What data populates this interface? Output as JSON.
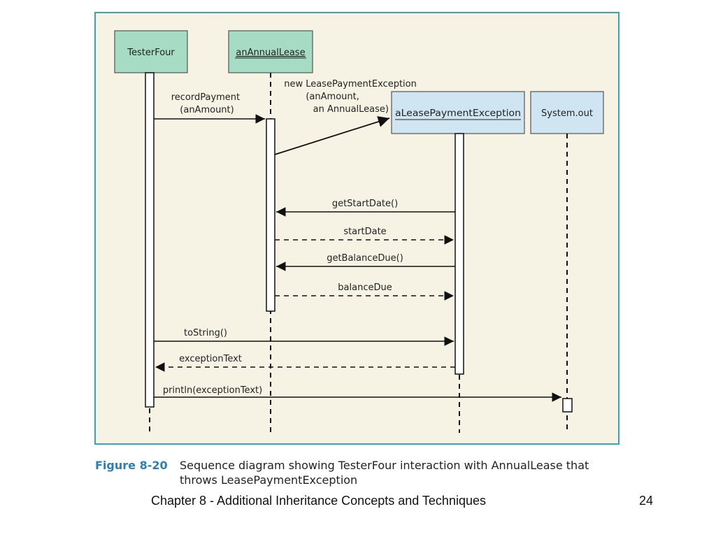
{
  "figure": {
    "objects": [
      {
        "id": "testerfour",
        "label": "TesterFour",
        "underlined": false
      },
      {
        "id": "anannuallease",
        "label": "anAnnualLease",
        "underlined": true
      },
      {
        "id": "aleasepaymentexception",
        "label": "aLeasePaymentException",
        "underlined": true
      },
      {
        "id": "systemout",
        "label": "System.out",
        "underlined": false
      }
    ],
    "messages": [
      {
        "from": "testerfour",
        "to": "anannuallease",
        "kind": "call",
        "label_lines": [
          "recordPayment",
          "(anAmount)"
        ]
      },
      {
        "from": "anannuallease",
        "to": "aleasepaymentexception",
        "kind": "create",
        "label_lines": [
          "new LeasePaymentException",
          "(anAmount,",
          "an AnnualLease)"
        ]
      },
      {
        "from": "aleasepaymentexception",
        "to": "anannuallease",
        "kind": "call",
        "label_lines": [
          "getStartDate()"
        ]
      },
      {
        "from": "anannuallease",
        "to": "aleasepaymentexception",
        "kind": "return",
        "label_lines": [
          "startDate"
        ]
      },
      {
        "from": "aleasepaymentexception",
        "to": "anannuallease",
        "kind": "call",
        "label_lines": [
          "getBalanceDue()"
        ]
      },
      {
        "from": "anannuallease",
        "to": "aleasepaymentexception",
        "kind": "return",
        "label_lines": [
          "balanceDue"
        ]
      },
      {
        "from": "testerfour",
        "to": "aleasepaymentexception",
        "kind": "call",
        "label_lines": [
          "toString()"
        ]
      },
      {
        "from": "aleasepaymentexception",
        "to": "testerfour",
        "kind": "return",
        "label_lines": [
          "exceptionText"
        ]
      },
      {
        "from": "testerfour",
        "to": "systemout",
        "kind": "call",
        "label_lines": [
          "println(exceptionText)"
        ]
      }
    ],
    "colors": {
      "frame_border": "#35a6b5",
      "background": "#f6f2e4",
      "tester_box": "#a6dcc4",
      "lease_box": "#a6dcc4",
      "exception_box": "#cfe6f2",
      "system_box": "#cfe6f2",
      "caption_label": "#2a7fb8"
    }
  },
  "caption": {
    "label": "Figure 8-20",
    "text": "Sequence diagram showing TesterFour interaction with AnnualLease that throws LeasePaymentException"
  },
  "footer": {
    "chapter": "Chapter 8 - Additional Inheritance Concepts and Techniques",
    "page_number": "24"
  }
}
